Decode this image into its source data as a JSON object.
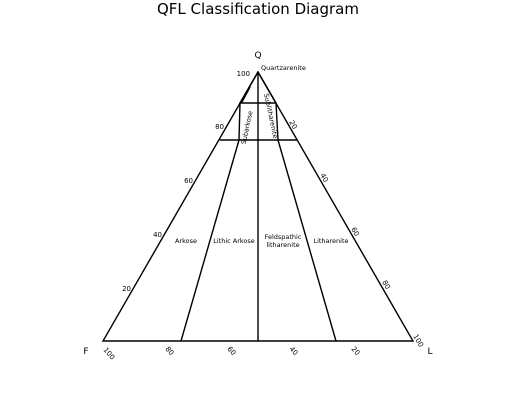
{
  "title": "QFL Classification Diagram",
  "apices": {
    "q": "Q",
    "f": "F",
    "l": "L"
  },
  "ticks": {
    "left": [
      "100",
      "80",
      "60",
      "40",
      "20"
    ],
    "right": [
      "20",
      "40",
      "60",
      "80",
      "100"
    ],
    "bottom": [
      "100",
      "80",
      "60",
      "40",
      "20"
    ]
  },
  "fields": {
    "quartzarenite": "Quartzarenite",
    "subarkose": "Subarkose",
    "sublitharenite": "Sublitharenite",
    "arkose": "Arkose",
    "lithic_arkose": "Lithic Arkose",
    "feldspathic_litharenite_1": "Feldspathic",
    "feldspathic_litharenite_2": "litharenite",
    "litharenite": "Litharenite"
  },
  "colors": {
    "line": "#000000",
    "background": "#ffffff"
  }
}
